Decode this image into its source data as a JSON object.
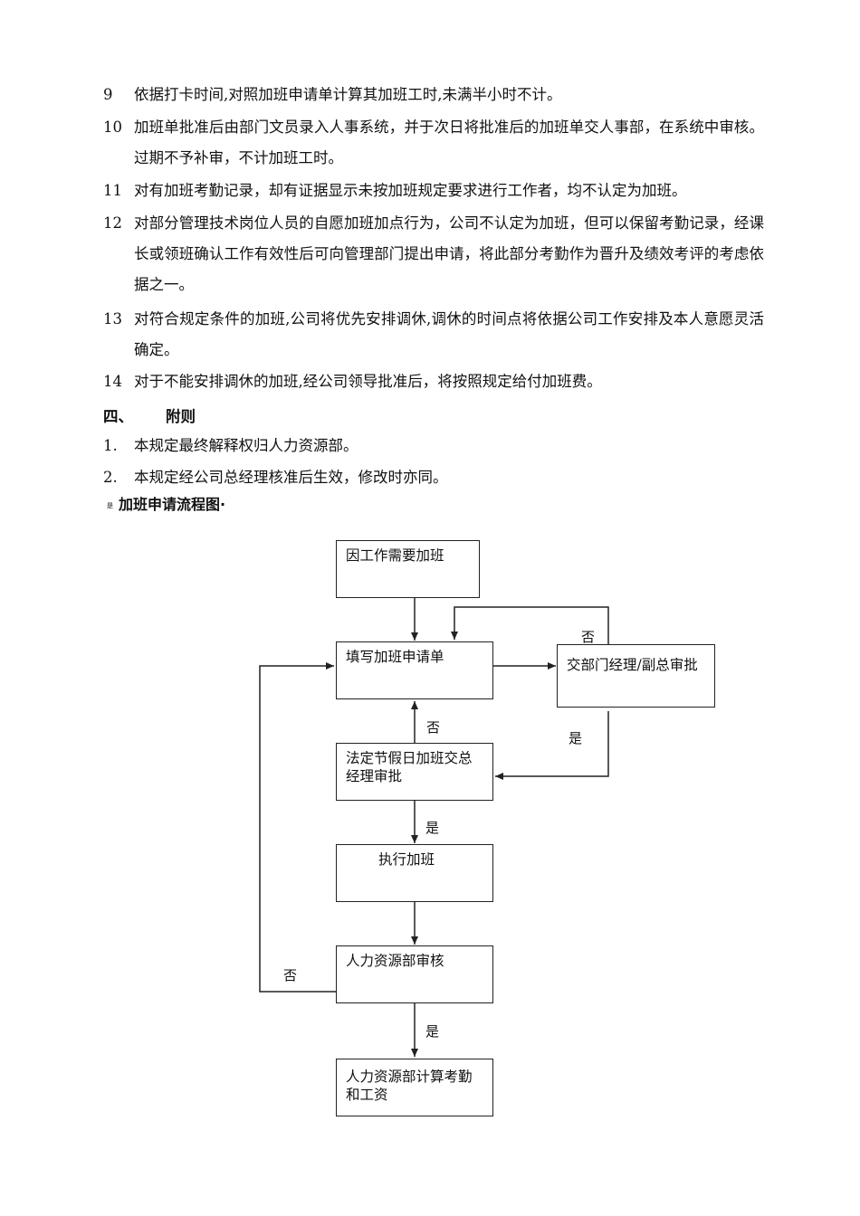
{
  "items": [
    {
      "num": "9",
      "text": "依据打卡时间,对照加班申请单计算其加班工时,未满半小时不计。"
    },
    {
      "num": "10",
      "text": "加班单批准后由部门文员录入人事系统，并于次日将批准后的加班单交人事部，在系统中审核。过期不予补审，不计加班工时。"
    },
    {
      "num": "11",
      "text": "对有加班考勤记录，却有证据显示未按加班规定要求进行工作者，均不认定为加班。"
    },
    {
      "num": "12",
      "text": "对部分管理技术岗位人员的自愿加班加点行为，公司不认定为加班，但可以保留考勤记录，经课长或领班确认工作有效性后可向管理部门提出申请，将此部分考勤作为晋升及绩效考评的考虑依据之一。"
    },
    {
      "num": "13",
      "text": "对符合规定条件的加班,公司将优先安排调休,调休的时间点将依据公司工作安排及本人意愿灵活确定。"
    },
    {
      "num": "14",
      "text": "对于不能安排调休的加班,经公司领导批准后，将按照规定给付加班费。"
    }
  ],
  "section": {
    "num": "四、",
    "title": "附则"
  },
  "appendix": [
    {
      "num": "1.",
      "text": "本规定最终解释权归人力资源部。"
    },
    {
      "num": "2.",
      "text": "本规定经公司总经理核准后生效，修改时亦同。"
    }
  ],
  "caption": {
    "mark": "是",
    "title": "加班申请流程图·"
  },
  "flow": {
    "start": "因工作需要加班",
    "fill_form": "填写加班申请单",
    "dept_approval": "交部门经理/副总审批",
    "holiday_gm": "法定节假日加班交总经理审批",
    "execute": "执行加班",
    "hr_review": "人力资源部审核",
    "hr_calc": "人力资源部计算考勤和工资",
    "no_dept": "否",
    "yes_dept": "是",
    "no_gm": "否",
    "yes_gm": "是",
    "no_hr": "否",
    "yes_hr": "是"
  }
}
